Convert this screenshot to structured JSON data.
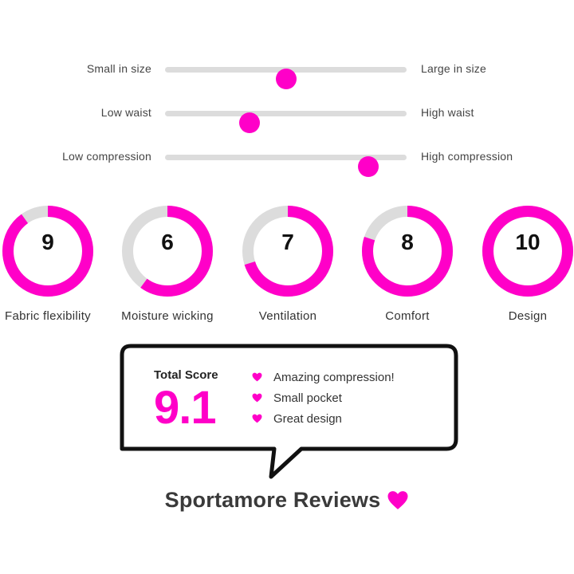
{
  "sliders": [
    {
      "left": "Small in size",
      "right": "Large in size",
      "value": 0.5
    },
    {
      "left": "Low waist",
      "right": "High waist",
      "value": 0.35
    },
    {
      "left": "Low compression",
      "right": "High compression",
      "value": 0.84
    }
  ],
  "gauges": [
    {
      "value": "9",
      "label": "Fabric flexibility",
      "score": 9
    },
    {
      "value": "6",
      "label": "Moisture wicking",
      "score": 6
    },
    {
      "value": "7",
      "label": "Ventilation",
      "score": 7
    },
    {
      "value": "8",
      "label": "Comfort",
      "score": 8
    },
    {
      "value": "10",
      "label": "Design",
      "score": 10
    }
  ],
  "gauge_max": 10,
  "summary": {
    "total_label": "Total Score",
    "total_value": "9.1",
    "highlights": [
      "Amazing compression!",
      "Small pocket",
      "Great design"
    ]
  },
  "brand": {
    "name": "Sportamore Reviews"
  },
  "colors": {
    "accent": "#ff00c8",
    "track": "#dcdcdc",
    "outline": "#111111",
    "text": "#333333"
  }
}
